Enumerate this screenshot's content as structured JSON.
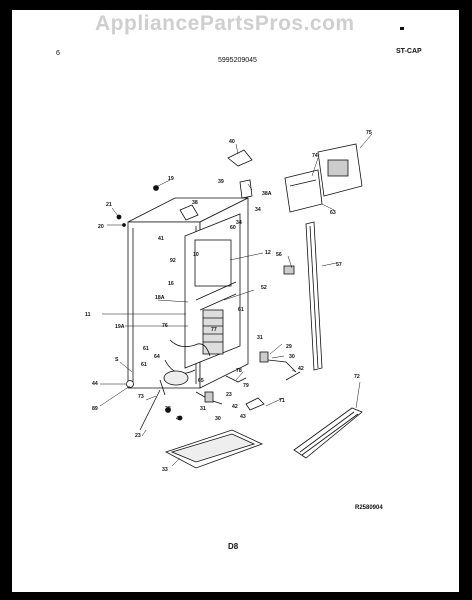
{
  "watermark": "AppliancePartsPros.com",
  "header": {
    "page_left": "6",
    "part_number": "5995209045",
    "model": "ST-CAP"
  },
  "footer": {
    "ref_code": "R2580904",
    "page_code": "D8"
  },
  "callouts": [
    {
      "id": "c75",
      "text": "75"
    },
    {
      "id": "c74",
      "text": "74"
    },
    {
      "id": "c40",
      "text": "40"
    },
    {
      "id": "c63",
      "text": "63"
    },
    {
      "id": "c19",
      "text": "19"
    },
    {
      "id": "c39",
      "text": "39"
    },
    {
      "id": "c38A",
      "text": "38A"
    },
    {
      "id": "c21",
      "text": "21"
    },
    {
      "id": "c34a",
      "text": "34"
    },
    {
      "id": "c34b",
      "text": "34"
    },
    {
      "id": "c38",
      "text": "38"
    },
    {
      "id": "c20",
      "text": "20"
    },
    {
      "id": "c60",
      "text": "60"
    },
    {
      "id": "c41",
      "text": "41"
    },
    {
      "id": "c12",
      "text": "12"
    },
    {
      "id": "c92",
      "text": "92"
    },
    {
      "id": "c10",
      "text": "10"
    },
    {
      "id": "c56",
      "text": "56"
    },
    {
      "id": "c57",
      "text": "57"
    },
    {
      "id": "c16",
      "text": "16"
    },
    {
      "id": "c18A",
      "text": "18A"
    },
    {
      "id": "c52",
      "text": "52"
    },
    {
      "id": "c11",
      "text": "11"
    },
    {
      "id": "c61a",
      "text": "61"
    },
    {
      "id": "c19A",
      "text": "19A"
    },
    {
      "id": "c76",
      "text": "76"
    },
    {
      "id": "c77",
      "text": "77"
    },
    {
      "id": "c31",
      "text": "31"
    },
    {
      "id": "c29",
      "text": "29"
    },
    {
      "id": "c61b",
      "text": "61"
    },
    {
      "id": "c64",
      "text": "64"
    },
    {
      "id": "c30a",
      "text": "30"
    },
    {
      "id": "cS",
      "text": "S"
    },
    {
      "id": "c42",
      "text": "42"
    },
    {
      "id": "c61c",
      "text": "61"
    },
    {
      "id": "c78",
      "text": "78"
    },
    {
      "id": "c44",
      "text": "44"
    },
    {
      "id": "c73",
      "text": "73"
    },
    {
      "id": "c65",
      "text": "65"
    },
    {
      "id": "c79",
      "text": "79"
    },
    {
      "id": "c72",
      "text": "72"
    },
    {
      "id": "c89",
      "text": "89"
    },
    {
      "id": "c28",
      "text": "28"
    },
    {
      "id": "c23a",
      "text": "23"
    },
    {
      "id": "c45",
      "text": "45"
    },
    {
      "id": "c42b",
      "text": "42"
    },
    {
      "id": "c71",
      "text": "71"
    },
    {
      "id": "c43",
      "text": "43"
    },
    {
      "id": "c31b",
      "text": "31"
    },
    {
      "id": "c30b",
      "text": "30"
    },
    {
      "id": "c23b",
      "text": "23"
    },
    {
      "id": "c33",
      "text": "33"
    }
  ]
}
